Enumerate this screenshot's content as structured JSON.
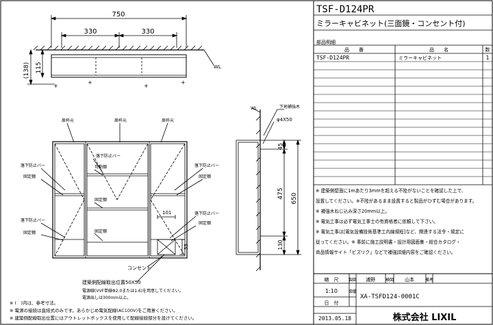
{
  "title_block": {
    "model": "TSF-D124PR",
    "description": "ミラーキャビネット(三面鏡・コンセント付)",
    "parts_header": "部品明細",
    "col_number": "品　　番",
    "col_name": "品　　名",
    "col_qty": "数",
    "row_number": "TSF-D124PR",
    "row_name": "ミラーキャビネット",
    "row_qty": "1"
  },
  "notes": [
    "※ 建築側壁面に1mあたり3mmを超える不陸がないことを確認した上で、",
    "設置してください。※不陸があるまま設置すると製品がひずむ場合があります。",
    "※ 補強木ねじ込み深さ20mm以上。",
    "※ 電気工事は必ず電気工事士の有資格者に依頼して下さい。",
    "※ 電気工事は[電気設備技術基準工内線規程]など、関連する法令・規定に",
    "従ってください。※ 事前に施工説明書・設計用図面集・総合カタログ・",
    "商品情報サイト「ビズリク」などで補強詳細内容をご確認ください。"
  ],
  "bottom_block": {
    "scale_label": "縮　尺",
    "scale_value": "1:10",
    "drawn_label": "製図",
    "drawn_value": "浦野",
    "checked_label": "検図",
    "checked_value": "山本",
    "remarks_label": "備考",
    "date_label": "日　付",
    "date_value": "2013.05.18",
    "number_label": "図番",
    "number_value": "XA-TSFD124-0001C",
    "company": "株式会社 LIXIL"
  },
  "top_view": {
    "dim_total": "750",
    "dim_left": "330",
    "dim_right": "330",
    "dim_depth_outer": "(138)",
    "dim_depth_inner": "115",
    "wall_label": "WL"
  },
  "front_view": {
    "label_door_center": "扉枠元",
    "label_door_left": "扉枠元",
    "label_door_right": "扉枠元",
    "label_fall_bar_left": "落下防止バー",
    "label_fixed_shelf_left": "固定棚",
    "label_fall_bar_center": "落下防止バー",
    "label_movable_shelf": "可動棚",
    "label_fixed_shelf_center": "固定棚",
    "label_fall_bar_right": "落下防止バー",
    "label_fixed_shelf_right": "固定棚",
    "label_fall_bar_left2": "落下防止バー",
    "label_fixed_shelf_left2": "固定棚",
    "label_fixed_shelf_center2": "固定棚",
    "label_fall_bar_right2": "落下防止バー",
    "label_fixed_shelf_right2": "固定棚",
    "dim_101": "101",
    "dim_55": "55",
    "label_outlet": "コンセント",
    "label_wiring_position": "建築側配線取出位置50X50"
  },
  "side_view": {
    "label_wl": "WL",
    "label_reinforcement": "下地補強木",
    "label_hole": "φ4X50",
    "dim_45": "45",
    "dim_475": "475",
    "dim_650": "650",
    "dim_130": "130"
  },
  "wiring_notes": [
    "電源線(VVF単線Φ2.0または1.6)を用意してください。",
    "電源出しは300mm以上。"
  ],
  "footnotes": [
    "※ (　)内は、参考寸法。",
    "※ 電源の接続は直結式のみです。あらかじめ電気配線(AC100V)をご用意ください。",
    "※ 建築側配線取出位置にはアウトレットボックスを使用して配線接続部分を設けてください。"
  ]
}
